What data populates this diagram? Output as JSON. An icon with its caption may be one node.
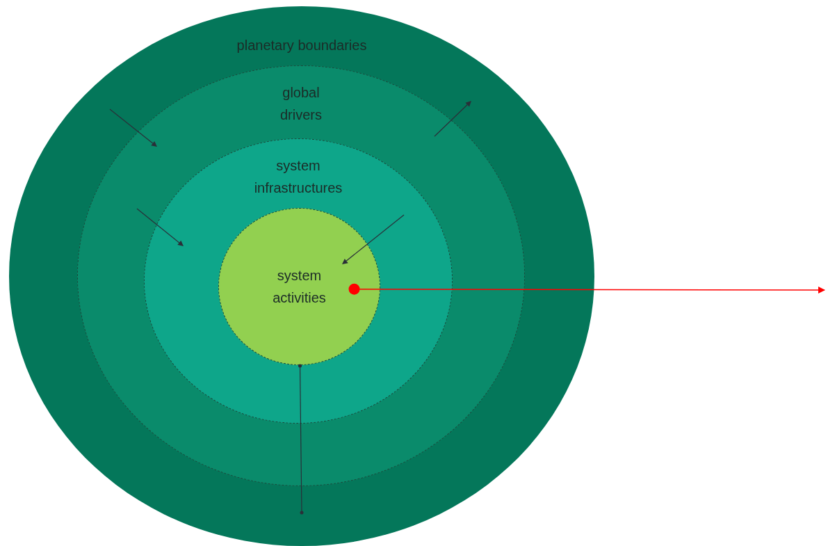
{
  "diagram": {
    "nodes": [
      {
        "text": [
          "planetary boundaries"
        ]
      },
      {
        "text": [
          "global drivers"
        ],
        "in": 0
      },
      {
        "text": [
          "system infrastructures"
        ],
        "in": 1
      },
      {
        "text": [
          "system activities"
        ],
        "in": 2
      }
    ],
    "edges": [
      {
        "from": 3,
        "to": 0,
        "arrow": "other"
      },
      {
        "from": 3,
        "to": null,
        "arrow": "to",
        "color": "#ff0000"
      }
    ]
  }
}
